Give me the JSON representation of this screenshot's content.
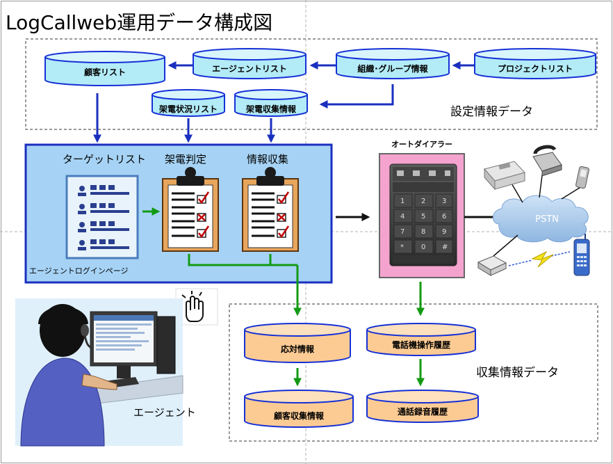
{
  "title": "LogCallweb運用データ構成図",
  "settings_group": {
    "label": "設定情報データ",
    "items": {
      "customer_list": "顧客リスト",
      "agent_list": "エージェントリスト",
      "org_group_info": "組織･グループ情報",
      "project_list": "プロジェクトリスト",
      "call_status_list": "架電状況リスト",
      "call_collect_info": "架電収集情報"
    }
  },
  "agent_page": {
    "label": "エージェントログインページ",
    "target_list": "ターゲットリスト",
    "call_judgement": "架電判定",
    "info_collection": "情報収集"
  },
  "auto_dialer": {
    "label": "オートダイアラー",
    "pstn_label": "PSTN"
  },
  "collected_group": {
    "label": "収集情報データ",
    "items": {
      "response_info": "応対情報",
      "phone_op_history": "電話機操作履歴",
      "customer_collect_info": "顧客収集情報",
      "call_recording_history": "通話録音履歴"
    }
  },
  "agent_label": "エージェント",
  "colors": {
    "cyl_settings": "#b3ebf7",
    "cyl_collected": "#fccb94",
    "cyl_stroke": "#1530d6",
    "panel_fill": "#a6d3f5",
    "panel_stroke": "#1a2fbf",
    "arrow_blue": "#1a2fbf",
    "arrow_green": "#139a13",
    "dialer_pink": "#f4a3cf"
  }
}
